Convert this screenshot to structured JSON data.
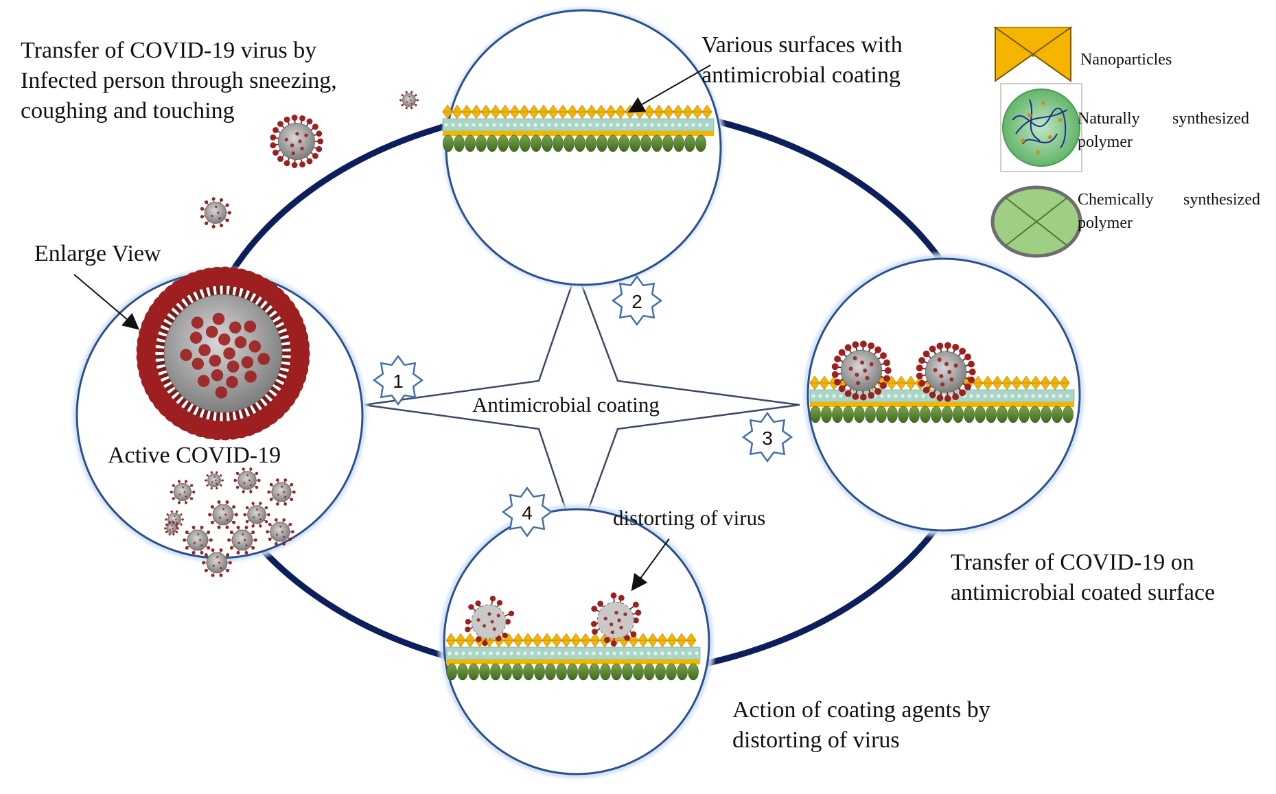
{
  "title_top_left": [
    "Transfer of COVID-19 virus  by",
    "Infected person through sneezing,",
    "coughing  and touching"
  ],
  "top_circle_caption": [
    "Various surfaces with",
    "antimicrobial coating"
  ],
  "left_circle": {
    "pointer_label": "Enlarge View",
    "caption": "Active COVID-19"
  },
  "center_label": "Antimicrobial coating",
  "steps": [
    "1",
    "2",
    "3",
    "4"
  ],
  "right_circle_caption": [
    "Transfer of COVID-19 on",
    "antimicrobial coated surface"
  ],
  "bottom_circle": {
    "pointer_label": "distorting of virus",
    "caption": [
      "Action of coating agents by",
      "distorting of virus"
    ]
  },
  "legend": {
    "nanoparticles": "Nanoparticles",
    "natural_polymer": [
      "Naturally",
      "synthesized",
      "polymer"
    ],
    "chemical_polymer": [
      "Chemically",
      "synthesized",
      "polymer"
    ]
  },
  "colors": {
    "ellipse": "#0c1f5c",
    "circle_border": "#2a4f8f",
    "virus_red": "#9e1f1f",
    "virus_core": "#9a9a9a",
    "nano_yellow": "#f4b400",
    "polymer_green": "#8fc77a",
    "polymer_dark": "#4e7a2a",
    "coating_teal": "#a9d6c6"
  }
}
